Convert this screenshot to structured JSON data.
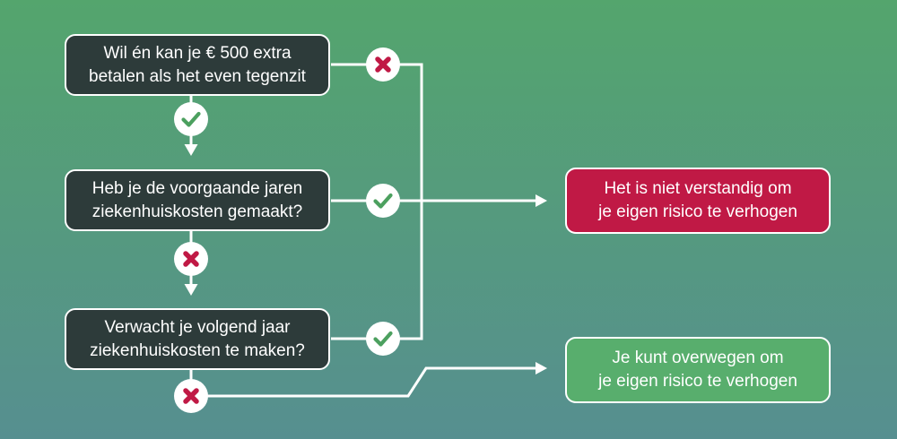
{
  "diagram": {
    "name": "eigen-risico-decision-flowchart",
    "language": "nl"
  },
  "colors": {
    "background_top": "#54a56d",
    "background_bottom": "#568f90",
    "question_box": "#2d3b3a",
    "negative_box": "#c01945",
    "positive_box": "#58ae6d",
    "check": "#4ca05f",
    "cross": "#c01945",
    "line": "#ffffff",
    "text": "#ffffff"
  },
  "questions": [
    {
      "line1": "Wil én kan je € 500 extra",
      "line2": "betalen als het even tegenzit"
    },
    {
      "line1": "Heb je de voorgaande jaren",
      "line2": "ziekenhuiskosten gemaakt?"
    },
    {
      "line1": "Verwacht je volgend jaar",
      "line2": "ziekenhuiskosten te maken?"
    }
  ],
  "results": {
    "negative": {
      "line1": "Het is niet verstandig om",
      "line2": "je eigen risico te verhogen"
    },
    "positive": {
      "line1": "Je kunt overwegen om",
      "line2": "je eigen risico te verhogen"
    }
  },
  "icons": {
    "yes": "check-icon",
    "no": "cross-icon"
  }
}
